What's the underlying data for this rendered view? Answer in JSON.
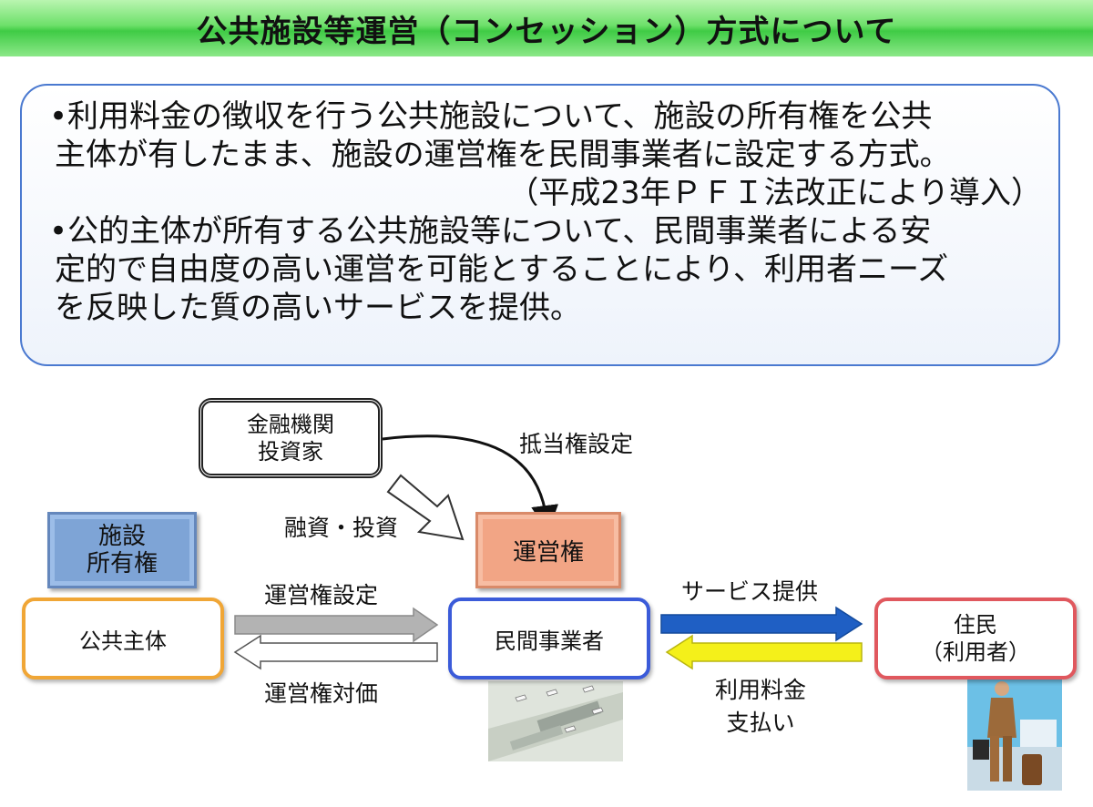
{
  "title": "公共施設等運営（コンセッション）方式について",
  "intro": {
    "lines": [
      "•利用料金の徴収を行う公共施設について、施設の所有権を公共",
      "主体が有したまま、施設の運営権を民間事業者に設定する方式。",
      "（平成23年ＰＦＩ法改正により導入）",
      "•公的主体が所有する公共施設等について、民間事業者による安",
      "定的で自由度の高い運営を可能とすることにより、利用者ニーズ",
      "を反映した質の高いサービスを提供。"
    ]
  },
  "diagram": {
    "finance": {
      "line1": "金融機関",
      "line2": "投資家"
    },
    "mortgage_label": "抵当権設定",
    "financing_label": "融資・投資",
    "owner_box": {
      "line1": "施設",
      "line2": "所有権"
    },
    "operating_right_box": "運営権",
    "public_entity": "公共主体",
    "private_operator": "民間事業者",
    "residents": {
      "line1": "住民",
      "line2": "（利用者）"
    },
    "grant_label": "運営権設定",
    "consideration_label": "運営権対価",
    "service_label": "サービス提供",
    "fee_label": {
      "line1": "利用料金",
      "line2": "支払い"
    }
  },
  "colors": {
    "title_green": "#49cc4c",
    "intro_border": "#4a79d0",
    "grant_arrow": "#b3b3b3",
    "service_arrow": "#1f5fc4",
    "fee_arrow": "#f4f01a"
  }
}
